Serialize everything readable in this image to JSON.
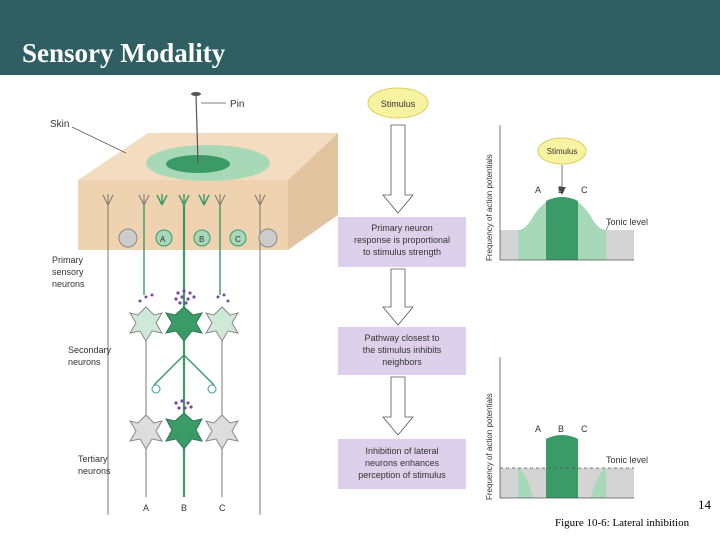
{
  "slide": {
    "title": "Sensory Modality",
    "page_number": "14",
    "caption": "Figure 10-6: Lateral inhibition"
  },
  "figure": {
    "pin_label": "Pin",
    "skin_label": "Skin",
    "neuron_letters": [
      "A",
      "B",
      "C"
    ],
    "primary_label": [
      "Primary",
      "sensory",
      "neurons"
    ],
    "secondary_label": [
      "Secondary",
      "neurons"
    ],
    "tertiary_label": [
      "Tertiary",
      "neurons"
    ],
    "stimulus": "Stimulus",
    "flow_boxes": [
      [
        "Primary neuron",
        "response is proportional",
        "to stimulus strength"
      ],
      [
        "Pathway closest to",
        "the stimulus inhibits",
        "neighbors"
      ],
      [
        "Inhibition of lateral",
        "neurons enhances",
        "perception of stimulus"
      ]
    ],
    "graph_ylabel": "Frequency of action potentials",
    "tonic_level": "Tonic level",
    "colors": {
      "header": "#2f5f63",
      "green": "#3a9a68",
      "light_green": "#a7d8b7",
      "lavender": "#ddd0ea",
      "stimulus": "#f8f3a0"
    }
  }
}
